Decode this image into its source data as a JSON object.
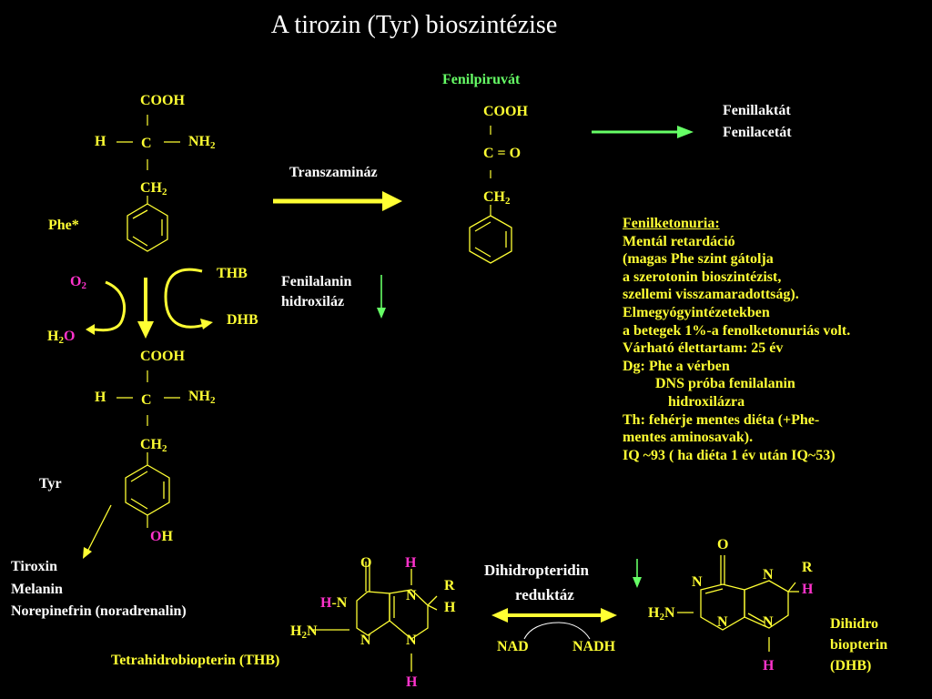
{
  "title": "A tirozin (Tyr) bioszintézise",
  "phe": {
    "cooh": "COOH",
    "h": "H",
    "c": "C",
    "nh": "NH",
    "nh_sub": "2",
    "ch": "CH",
    "ch_sub": "2",
    "label": "Phe*"
  },
  "tyr": {
    "cooh": "COOH",
    "h": "H",
    "c": "C",
    "nh": "NH",
    "nh_sub": "2",
    "ch": "CH",
    "ch_sub": "2",
    "label": "Tyr",
    "o": "O",
    "oh_h": "H"
  },
  "hydroxylase_cofactors": {
    "o2": "O",
    "o2_sub": "2",
    "h2o_h": "H",
    "h2o_sub": "2",
    "h2o_o": "O",
    "thb": "THB",
    "dhb": "DHB"
  },
  "enzymes": {
    "transaminase": "Transzamináz",
    "hydroxylase_line1": "Fenilalanin",
    "hydroxylase_line2": "hidroxiláz",
    "reductase_line1": "Dihidropteridin",
    "reductase_line2": "reduktáz"
  },
  "phenylpyruvate": {
    "name": "Fenilpiruvát",
    "cooh": "COOH",
    "co": "C = O",
    "ch": "CH",
    "ch_sub": "2"
  },
  "products": {
    "line1": "Fenillaktát",
    "line2": "Fenilacetát"
  },
  "pku_info": {
    "heading": "Fenilketonuria:",
    "lines": [
      "Mentál retardáció",
      "(magas Phe szint gátolja",
      "a szerotonin bioszintézist,",
      "szellemi visszamaradottság).",
      "Elmegyógyintézetekben",
      "a betegek 1%-a fenolketonuriás volt.",
      "Várható élettartam: 25 év",
      "Dg: Phe a vérben"
    ],
    "dns_prefix": "DNS próba",
    "dns_gene": "fenilalanin",
    "dns_gene2": "hidroxilázra",
    "therapy_lines": [
      "Th: fehérje mentes diéta (+Phe-",
      "mentes aminosavak).",
      "IQ ~93 ( ha diéta 1 év után  IQ~53)"
    ]
  },
  "tyr_products": [
    "Tiroxin",
    "Melanin",
    "Norepinefrin (noradrenalin)"
  ],
  "thb": {
    "o": "O",
    "h_top": "H",
    "r": "R",
    "h_r": "H",
    "h_left": "H",
    "n_left": "N",
    "n_top": "N",
    "h2n_h": "H",
    "h2n_sub": "2",
    "h2n_n": "N",
    "n_bottom_left": "N",
    "n_bottom_right": "N",
    "h_bottom": "H",
    "name": "Tetrahidrobiopterin (THB)"
  },
  "dhb": {
    "o": "O",
    "n_left": "N",
    "n_top": "N",
    "r": "R",
    "h_r": "H",
    "h2n_h": "H",
    "h2n_sub": "2",
    "h2n_n": "N",
    "n_bottom_left": "N",
    "n_bottom_right": "N",
    "h_bottom": "H",
    "name_lines": [
      "Dihidro",
      "biopterin",
      "(DHB)"
    ]
  },
  "cofactor_pair": {
    "nad": "NAD",
    "nadh": "NADH"
  },
  "colors": {
    "background": "#000000",
    "yellow": "#ffff33",
    "green": "#66ff66",
    "white": "#ffffff",
    "magenta": "#ff33cc"
  }
}
